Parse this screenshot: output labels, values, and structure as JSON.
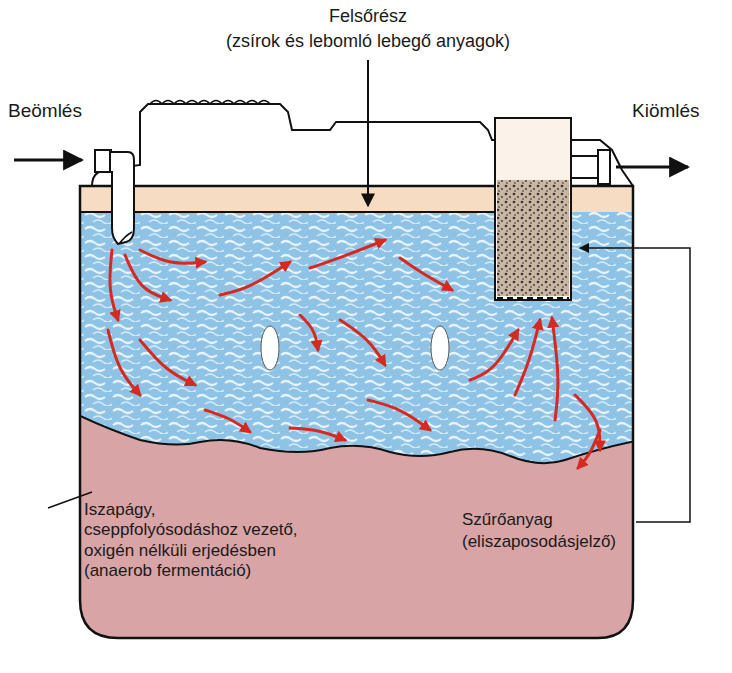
{
  "diagram": {
    "labels": [
      "Felsőrész",
      "(zsírok és lebomló lebegő anyagok)",
      "Beömlés",
      "Kiömlés",
      "Iszapágy, cseppfolyósodáshoz vezető, oxigén nélküli erjedésben (anaerob fermentáció)",
      "Szűrőanyag",
      "(eliszaposodásjelző)"
    ]
  }
}
